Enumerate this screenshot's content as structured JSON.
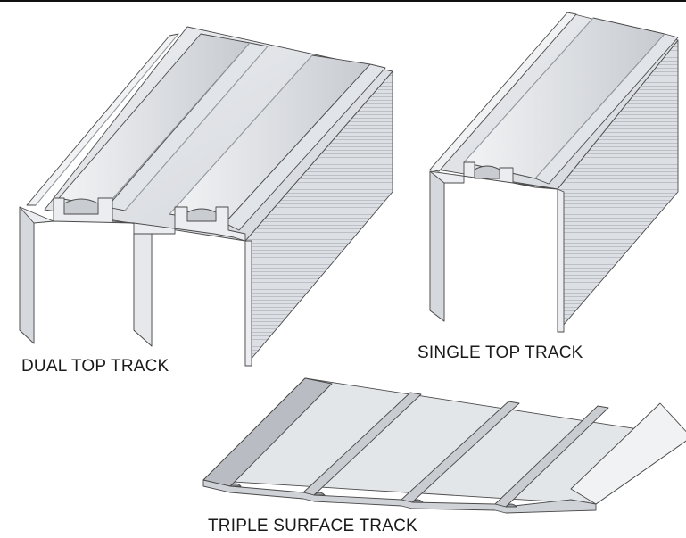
{
  "labels": {
    "dual": "DUAL TOP TRACK",
    "single": "SINGLE TOP TRACK",
    "triple": "TRIPLE SURFACE TRACK"
  },
  "colors": {
    "outline": "#4a4a4a",
    "top_light": "#e4e6e9",
    "top_mid": "#d3d6da",
    "side_light": "#e9ebee",
    "side_shade": "#c9ccd1",
    "ribbed": "#dcdfe3",
    "rib_line": "#aeb2b8"
  }
}
